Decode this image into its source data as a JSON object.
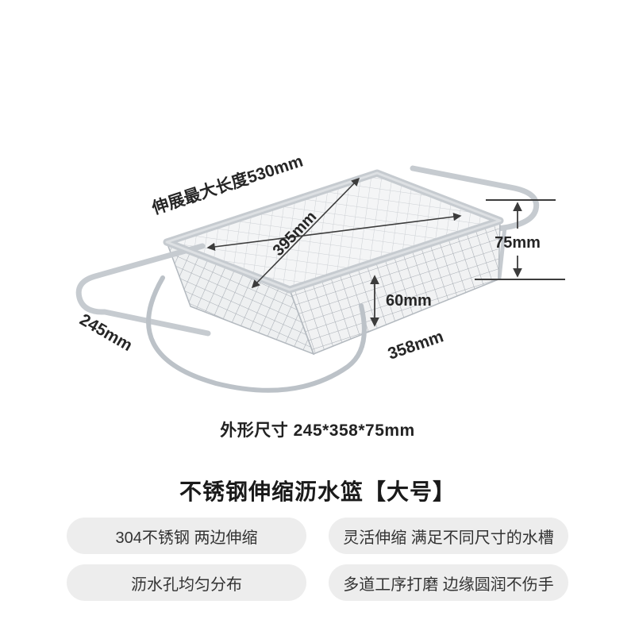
{
  "product": {
    "title": "不锈钢伸缩沥水篮【大号】"
  },
  "figure": {
    "size_note": "外形尺寸 245*358*75mm",
    "annotations": {
      "max_extended_length": "伸展最大长度530mm",
      "diagonal_length": "395mm",
      "height": "75mm",
      "basket_depth": "60mm",
      "width": "245mm",
      "length": "358mm"
    }
  },
  "features": [
    {
      "label": "304不锈钢 两边伸缩"
    },
    {
      "label": "灵活伸缩 满足不同尺寸的水槽"
    },
    {
      "label": "沥水孔均匀分布"
    },
    {
      "label": "多道工序打磨 边缘圆润不伤手"
    }
  ],
  "colors": {
    "steel_frame": "#c6cbd0",
    "mesh": "#a8aeb5",
    "dimension_line": "#3c3c3c",
    "text": "#222222",
    "pill_background": "#ededed"
  }
}
